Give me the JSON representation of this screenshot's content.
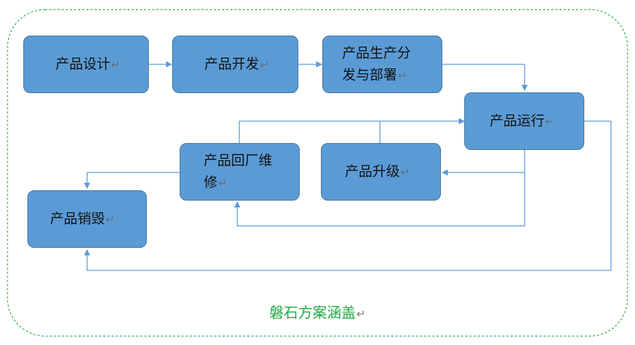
{
  "nodes": {
    "design": "产品设计",
    "develop": "产品开发",
    "produce": "产品生产分发与部署",
    "operate": "产品运行",
    "repair": "产品回厂维修",
    "upgrade": "产品升级",
    "destroy": "产品销毁"
  },
  "caption": "磐石方案涵盖",
  "return_mark": "↵",
  "colors": {
    "box_fill": "#5b9bd5",
    "box_border": "#41719c",
    "arrow": "#5b9bd5",
    "frame": "#22a845",
    "caption": "#22a845"
  }
}
